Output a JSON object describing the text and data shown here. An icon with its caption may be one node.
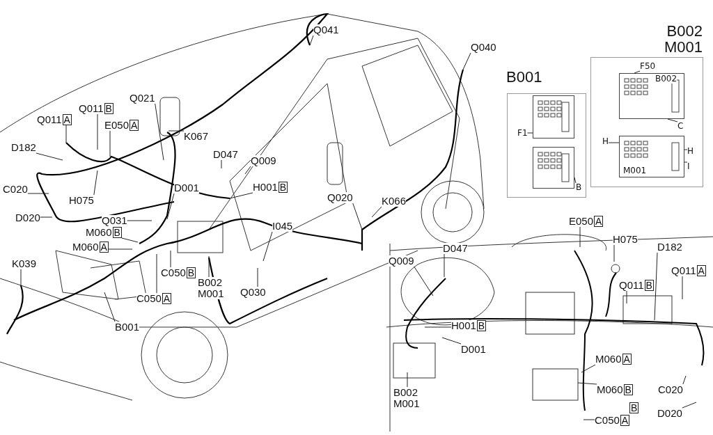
{
  "diagram": {
    "nodes": [
      {
        "text": [
          "Q041"
        ]
      },
      {
        "text": [
          "Q040"
        ]
      },
      {
        "text": [
          "Q021"
        ]
      },
      {
        "text": [
          "Q011",
          "B"
        ]
      },
      {
        "text": [
          "Q011",
          "A"
        ]
      },
      {
        "text": [
          "E050",
          "A"
        ]
      },
      {
        "text": [
          "K067"
        ]
      },
      {
        "text": [
          "D182"
        ]
      },
      {
        "text": [
          "D047"
        ]
      },
      {
        "text": [
          "Q009"
        ]
      },
      {
        "text": [
          "H001",
          "B"
        ]
      },
      {
        "text": [
          "D001"
        ]
      },
      {
        "text": [
          "C020"
        ]
      },
      {
        "text": [
          "H075"
        ]
      },
      {
        "text": [
          "D020"
        ]
      },
      {
        "text": [
          "Q031"
        ]
      },
      {
        "text": [
          "K066"
        ]
      },
      {
        "text": [
          "Q020"
        ]
      },
      {
        "text": [
          "I045"
        ]
      },
      {
        "text": [
          "M060",
          "B"
        ]
      },
      {
        "text": [
          "M060",
          "A"
        ]
      },
      {
        "text": [
          "K039"
        ]
      },
      {
        "text": [
          "C050",
          "B"
        ]
      },
      {
        "text": [
          "C050",
          "A"
        ]
      },
      {
        "text": [
          "B002 M001"
        ]
      },
      {
        "text": [
          "Q030"
        ]
      },
      {
        "text": [
          "B001"
        ]
      },
      {
        "text": [
          "E050",
          "A"
        ]
      },
      {
        "text": [
          "H075"
        ]
      },
      {
        "text": [
          "D182"
        ]
      },
      {
        "text": [
          "Q009"
        ]
      },
      {
        "text": [
          "D047"
        ]
      },
      {
        "text": [
          "Q011",
          "B"
        ]
      },
      {
        "text": [
          "Q011",
          "A"
        ]
      },
      {
        "text": [
          "H001",
          "B"
        ]
      },
      {
        "text": [
          "D001"
        ]
      },
      {
        "text": [
          "B002 M001"
        ]
      },
      {
        "text": [
          "M060",
          "A"
        ]
      },
      {
        "text": [
          "M060",
          "B"
        ]
      },
      {
        "text": [
          "C020"
        ]
      },
      {
        "text": [
          "D020"
        ]
      },
      {
        "text": [
          "C050",
          "A"
        ]
      },
      {
        "text": [
          "B001"
        ]
      },
      {
        "text": [
          "B002 M001"
        ]
      },
      {
        "text": [
          "F1"
        ],
        "in": 42
      },
      {
        "text": [
          "B"
        ],
        "in": 42
      },
      {
        "text": [
          "F50"
        ],
        "in": 43
      },
      {
        "text": [
          "C"
        ],
        "in": 43
      },
      {
        "text": [
          "H"
        ],
        "in": 43
      },
      {
        "text": [
          "H"
        ],
        "in": 43
      },
      {
        "text": [
          "I"
        ],
        "in": 43
      },
      {
        "text": [
          "B"
        ]
      },
      {
        "text": [],
        "shape": "box",
        "in": 42
      },
      {
        "text": [],
        "shape": "box",
        "in": 42
      },
      {
        "text": [
          "B002"
        ],
        "in": 43
      },
      {
        "text": [
          "M001"
        ],
        "in": 43
      }
    ],
    "edges": [
      {
        "from": 0,
        "to": null,
        "arrow": "none"
      },
      {
        "from": 1,
        "to": null,
        "arrow": "none"
      },
      {
        "from": 2,
        "to": null,
        "arrow": "none"
      },
      {
        "from": 3,
        "to": null,
        "arrow": "none"
      },
      {
        "from": 4,
        "to": null,
        "arrow": "none"
      },
      {
        "from": 5,
        "to": null,
        "arrow": "none"
      },
      {
        "from": 6,
        "to": null,
        "arrow": "none"
      },
      {
        "from": 7,
        "to": null,
        "arrow": "none"
      },
      {
        "from": 8,
        "to": null,
        "arrow": "none"
      },
      {
        "from": 9,
        "to": null,
        "arrow": "none"
      },
      {
        "from": 10,
        "to": null,
        "arrow": "none"
      },
      {
        "from": 11,
        "to": null,
        "arrow": "none"
      },
      {
        "from": 12,
        "to": null,
        "arrow": "none"
      },
      {
        "from": 13,
        "to": null,
        "arrow": "none"
      },
      {
        "from": 14,
        "to": null,
        "arrow": "none"
      },
      {
        "from": 15,
        "to": null,
        "arrow": "none"
      },
      {
        "from": 16,
        "to": null,
        "arrow": "none"
      },
      {
        "from": 17,
        "to": null,
        "arrow": "none"
      },
      {
        "from": 18,
        "to": null,
        "arrow": "none"
      },
      {
        "from": 19,
        "to": null,
        "arrow": "none"
      },
      {
        "from": 20,
        "to": null,
        "arrow": "none"
      },
      {
        "from": 21,
        "to": null,
        "arrow": "none"
      },
      {
        "from": 22,
        "to": null,
        "arrow": "none"
      },
      {
        "from": 23,
        "to": null,
        "arrow": "none"
      },
      {
        "from": 24,
        "to": null,
        "arrow": "none"
      },
      {
        "from": 25,
        "to": null,
        "arrow": "none"
      },
      {
        "from": 26,
        "to": null,
        "arrow": "none"
      },
      {
        "from": 27,
        "to": null,
        "arrow": "none"
      },
      {
        "from": 28,
        "to": null,
        "arrow": "none"
      },
      {
        "from": 29,
        "to": null,
        "arrow": "none"
      },
      {
        "from": 30,
        "to": null,
        "arrow": "none"
      },
      {
        "from": 31,
        "to": null,
        "arrow": "none"
      },
      {
        "from": 32,
        "to": null,
        "arrow": "none"
      },
      {
        "from": 33,
        "to": null,
        "arrow": "none"
      },
      {
        "from": 34,
        "to": null,
        "arrow": "none"
      },
      {
        "from": 35,
        "to": null,
        "arrow": "none"
      },
      {
        "from": 36,
        "to": null,
        "arrow": "none"
      },
      {
        "from": 37,
        "to": null,
        "arrow": "none"
      },
      {
        "from": 38,
        "to": null,
        "arrow": "none"
      },
      {
        "from": 39,
        "to": null,
        "arrow": "none"
      },
      {
        "from": 40,
        "to": null,
        "arrow": "none"
      },
      {
        "from": 41,
        "to": null,
        "arrow": "none"
      },
      {
        "from": 44,
        "to": 52,
        "arrow": "none"
      },
      {
        "from": 45,
        "to": 53,
        "arrow": "none"
      },
      {
        "from": 46,
        "to": 54,
        "arrow": "none"
      },
      {
        "from": 47,
        "to": 54,
        "arrow": "none"
      },
      {
        "from": 48,
        "to": 55,
        "arrow": "none"
      },
      {
        "from": 49,
        "to": 55,
        "arrow": "none"
      },
      {
        "from": 50,
        "to": 55,
        "arrow": "none"
      }
    ]
  }
}
